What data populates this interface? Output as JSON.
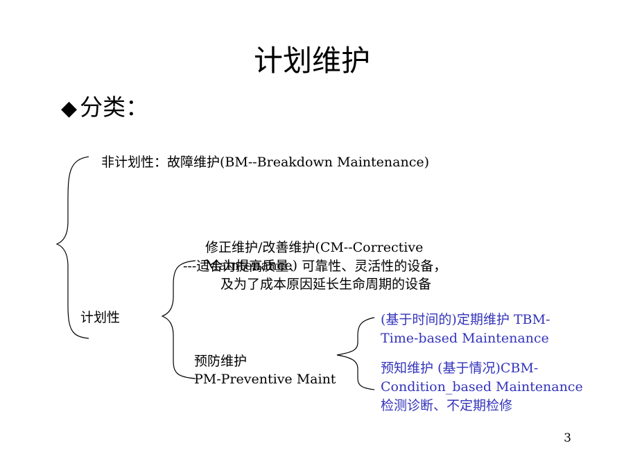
{
  "slide": {
    "title": "计划维护",
    "bullet": "分类：",
    "page_number": "3"
  },
  "tree": {
    "unplanned": "非计划性：故障维护(BM--Breakdown Maintenance)",
    "planned": "计划性",
    "corrective_line1": "修正维护/改善维护(CM--Corrective",
    "corrective_line2": "Maintenance)",
    "corrective_note1": "---适合为提高质量、可靠性、灵活性的设备，",
    "corrective_note2": "及为了成本原因延长生命周期的设备",
    "preventive_line1": "预防维护",
    "preventive_line2": "PM-Preventive Maint",
    "tbm_line1": "(基于时间的)定期维护 TBM-",
    "tbm_line2": "Time-based Maintenance",
    "cbm_line1": "预知维护 (基于情况)CBM-",
    "cbm_line2": "Condition_based Maintenance",
    "cbm_line3": "检测诊断、不定期检修"
  },
  "colors": {
    "text": "#000000",
    "accent_blue": "#3333bb"
  }
}
